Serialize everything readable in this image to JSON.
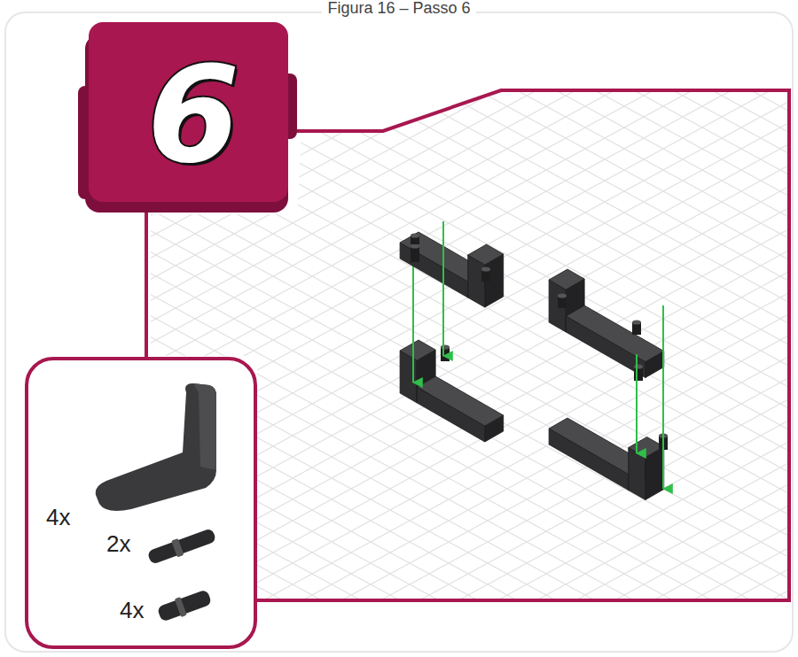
{
  "diagram": {
    "caption": "Figura 16 – Passo 6",
    "nodes": [
      {
        "text": [
          "6"
        ]
      },
      {
        "text": [
          "4x",
          "2x",
          "4x"
        ]
      }
    ],
    "edges": [
      {
        "from": 0,
        "to": 1,
        "arrow": "none"
      }
    ]
  }
}
